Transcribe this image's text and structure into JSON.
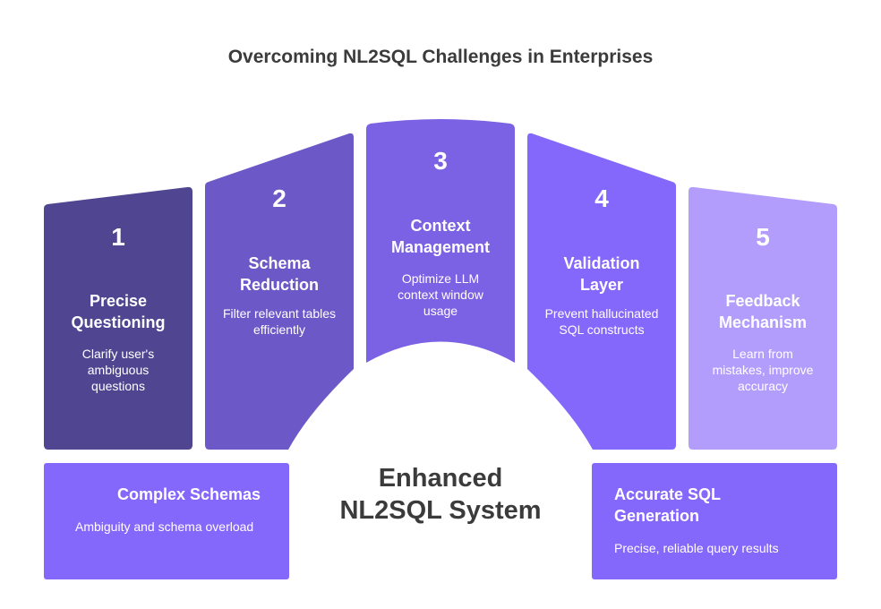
{
  "title": "Overcoming NL2SQL Challenges in Enterprises",
  "colors": {
    "card1": "#4f4591",
    "card2": "#6c58c7",
    "card3": "#7b61e3",
    "card4": "#8467fb",
    "card5": "#b39dfc",
    "bottom_box": "#8467fb"
  },
  "cards": [
    {
      "number": "1",
      "title": "Precise Questioning",
      "desc": "Clarify user's ambiguous questions"
    },
    {
      "number": "2",
      "title": "Schema Reduction",
      "desc": "Filter relevant tables efficiently"
    },
    {
      "number": "3",
      "title": "Context Management",
      "desc": "Optimize LLM context window usage"
    },
    {
      "number": "4",
      "title": "Validation Layer",
      "desc": "Prevent hallucinated SQL constructs"
    },
    {
      "number": "5",
      "title": "Feedback Mechanism",
      "desc": "Learn from mistakes, improve accuracy"
    }
  ],
  "left_box": {
    "title": "Complex Schemas",
    "desc": "Ambiguity and schema overload"
  },
  "right_box": {
    "title": "Accurate SQL Generation",
    "desc": "Precise, reliable query results"
  },
  "center": {
    "line1": "Enhanced",
    "line2": "NL2SQL System"
  }
}
